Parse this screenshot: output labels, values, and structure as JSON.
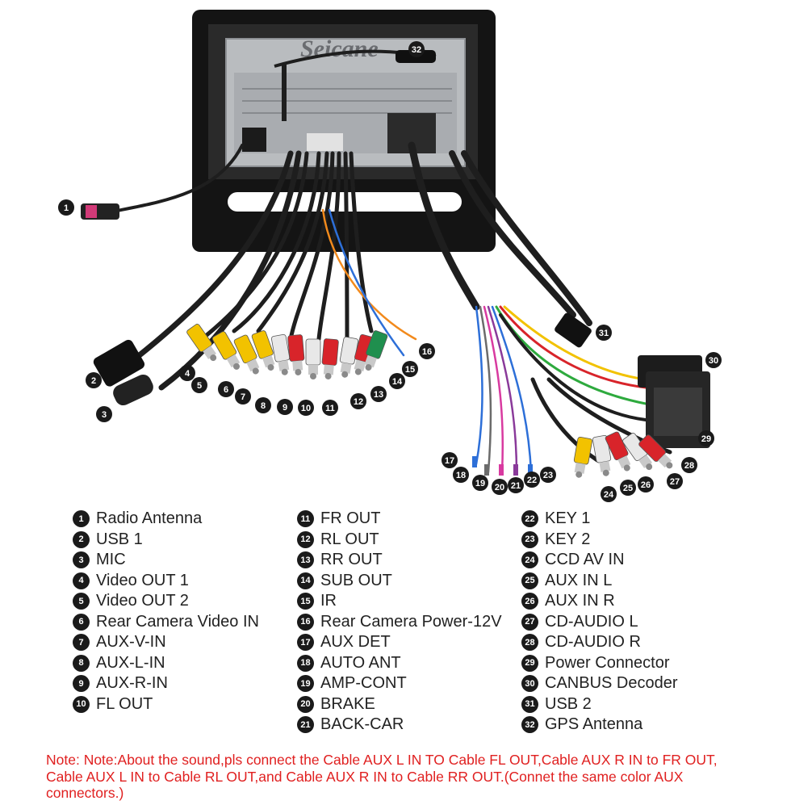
{
  "brand": "Seicane",
  "unit_badge": "32",
  "callout_icon": "numbered-circle-icon",
  "legend": [
    {
      "n": "1",
      "label": "Radio Antenna"
    },
    {
      "n": "2",
      "label": "USB 1"
    },
    {
      "n": "3",
      "label": "MIC"
    },
    {
      "n": "4",
      "label": "Video OUT 1"
    },
    {
      "n": "5",
      "label": "Video OUT 2"
    },
    {
      "n": "6",
      "label": "Rear Camera Video IN"
    },
    {
      "n": "7",
      "label": "AUX-V-IN"
    },
    {
      "n": "8",
      "label": "AUX-L-IN"
    },
    {
      "n": "9",
      "label": "AUX-R-IN"
    },
    {
      "n": "10",
      "label": "FL OUT"
    },
    {
      "n": "11",
      "label": "FR OUT"
    },
    {
      "n": "12",
      "label": "RL OUT"
    },
    {
      "n": "13",
      "label": "RR OUT"
    },
    {
      "n": "14",
      "label": "SUB OUT"
    },
    {
      "n": "15",
      "label": "IR"
    },
    {
      "n": "16",
      "label": "Rear Camera Power-12V"
    },
    {
      "n": "17",
      "label": "AUX DET"
    },
    {
      "n": "18",
      "label": "AUTO ANT"
    },
    {
      "n": "19",
      "label": "AMP-CONT"
    },
    {
      "n": "20",
      "label": "BRAKE"
    },
    {
      "n": "21",
      "label": "BACK-CAR"
    },
    {
      "n": "22",
      "label": "KEY 1"
    },
    {
      "n": "23",
      "label": "KEY 2"
    },
    {
      "n": "24",
      "label": "CCD AV IN"
    },
    {
      "n": "25",
      "label": "AUX IN L"
    },
    {
      "n": "26",
      "label": "AUX IN R"
    },
    {
      "n": "27",
      "label": "CD-AUDIO L"
    },
    {
      "n": "28",
      "label": "CD-AUDIO R"
    },
    {
      "n": "29",
      "label": "Power Connector"
    },
    {
      "n": "30",
      "label": "CANBUS Decoder"
    },
    {
      "n": "31",
      "label": "USB 2"
    },
    {
      "n": "32",
      "label": "GPS Antenna"
    }
  ],
  "note": "Note: Note:About the sound,pls connect the Cable AUX L IN TO Cable FL OUT,Cable AUX R IN to FR OUT, Cable AUX L IN to Cable RL OUT,and Cable AUX R IN to Cable RR OUT.(Connet the same color AUX connectors.)",
  "colors": {
    "rca_yellow": "#f2c200",
    "rca_white": "#e8e8e8",
    "rca_red": "#d8242a",
    "rca_green": "#1f8f4e",
    "cable_black": "#1e1e1e",
    "frame": "#141414",
    "chassis": "#b9bcbf",
    "note_red": "#e02020"
  }
}
